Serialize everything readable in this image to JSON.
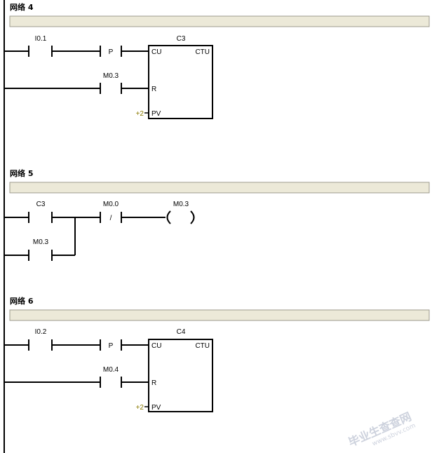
{
  "networks": [
    {
      "title": "网络 4",
      "contact_1": "I0.1",
      "edge_contact": "P",
      "counter_name": "C3",
      "counter_type": "CTU",
      "pin_cu": "CU",
      "pin_r": "R",
      "pin_pv": "PV",
      "pv_value": "+2",
      "reset_contact": "M0.3"
    },
    {
      "title": "网络 5",
      "contact_1": "C3",
      "contact_2": "M0.0",
      "nc_symbol": "/",
      "coil": "M0.3",
      "contact_3": "M0.3"
    },
    {
      "title": "网络 6",
      "contact_1": "I0.2",
      "edge_contact": "P",
      "counter_name": "C4",
      "counter_type": "CTU",
      "pin_cu": "CU",
      "pin_r": "R",
      "pin_pv": "PV",
      "pv_value": "+2",
      "reset_contact": "M0.4"
    }
  ],
  "watermark": {
    "text": "毕业生查查网",
    "url": "www.sbvv.com"
  }
}
